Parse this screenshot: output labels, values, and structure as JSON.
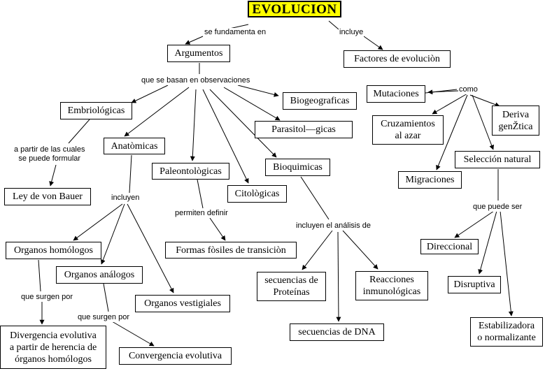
{
  "title": "EVOLUCION",
  "nodes": {
    "argumentos": "Argumentos",
    "factores": "Factores de evoluciòn",
    "embriologicas": "Embriológicas",
    "biogeograficas": "Biogeograficas",
    "parasitologicas": "Parasitol—gicas",
    "anatomicas": "Anatòmicas",
    "paleontologicas": "Paleontològicas",
    "citologicas": "Citològicas",
    "bioquimicas": "Bioquimicas",
    "ley_von_bauer": "Ley de von Bauer",
    "organos_homologos": "Organos homólogos",
    "organos_analogos": "Organos análogos",
    "organos_vestigiales": "Organos vestigiales",
    "formas_fosiles": "Formas fòsiles de transiciòn",
    "divergencia": "Divergencia evolutiva\na partir de herencia de\nórganos homólogos",
    "convergencia": "Convergencia evolutiva",
    "sec_proteinas": "secuencias de\nProteínas",
    "reacciones": "Reacciones\ninmunológicas",
    "sec_dna": "secuencias de DNA",
    "mutaciones": "Mutaciones",
    "cruzamientos": "Cruzamientos\nal azar",
    "deriva": "Deriva\ngenŽtica",
    "migraciones": "Migraciones",
    "seleccion": "Selección natural",
    "direccional": "Direccional",
    "disruptiva": "Disruptiva",
    "estabilizadora": "Estabilizadora\no normalizante"
  },
  "links": {
    "se_fundamenta": "se fundamenta en",
    "incluye": "incluye",
    "se_basan": "que se basan en observaciones",
    "a_partir": "a partir de las cuales\nse puede formular",
    "incluyen": "incluyen",
    "permiten": "permiten definir",
    "incluyen_analisis": "incluyen el análisis de",
    "surgen_1": "que surgen por",
    "surgen_2": "que surgen por",
    "como": "como",
    "puede_ser": "que puede ser"
  }
}
